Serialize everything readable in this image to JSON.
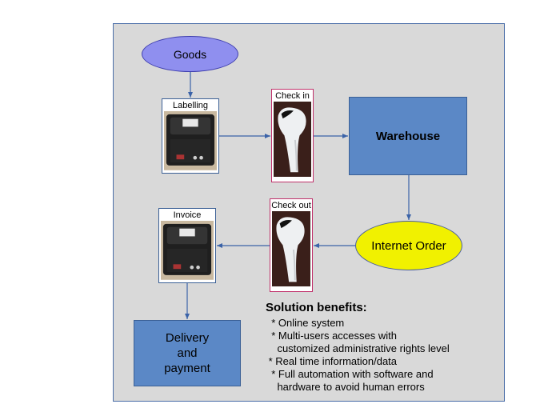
{
  "diagram": {
    "nodes": {
      "goods": "Goods",
      "labelling": "Labelling",
      "check_in": "Check in",
      "warehouse": "Warehouse",
      "internet_order": "Internet Order",
      "check_out": "Check out",
      "invoice": "Invoice",
      "delivery": [
        "Delivery",
        "and",
        "payment"
      ]
    },
    "edges": [
      [
        "goods",
        "labelling"
      ],
      [
        "labelling",
        "check_in"
      ],
      [
        "check_in",
        "warehouse"
      ],
      [
        "warehouse",
        "internet_order"
      ],
      [
        "internet_order",
        "check_out"
      ],
      [
        "check_out",
        "invoice"
      ],
      [
        "invoice",
        "delivery"
      ]
    ],
    "benefits": {
      "title": "Solution benefits:",
      "lines": [
        "  * Online system",
        "  * Multi-users accesses with",
        "    customized administrative rights level",
        " * Real time information/data",
        "  * Full automation with software and",
        "    hardware to avoid human errors"
      ]
    },
    "colors": {
      "panel": "#d9d9d9",
      "goods_fill": "#8f8fef",
      "box_fill": "#5b88c6",
      "order_fill": "#f1f100",
      "arrow": "#3b63a8",
      "scanner_border": "#c0306a"
    },
    "icons": {
      "printer": "receipt-printer-icon",
      "scanner": "barcode-scanner-icon"
    }
  }
}
